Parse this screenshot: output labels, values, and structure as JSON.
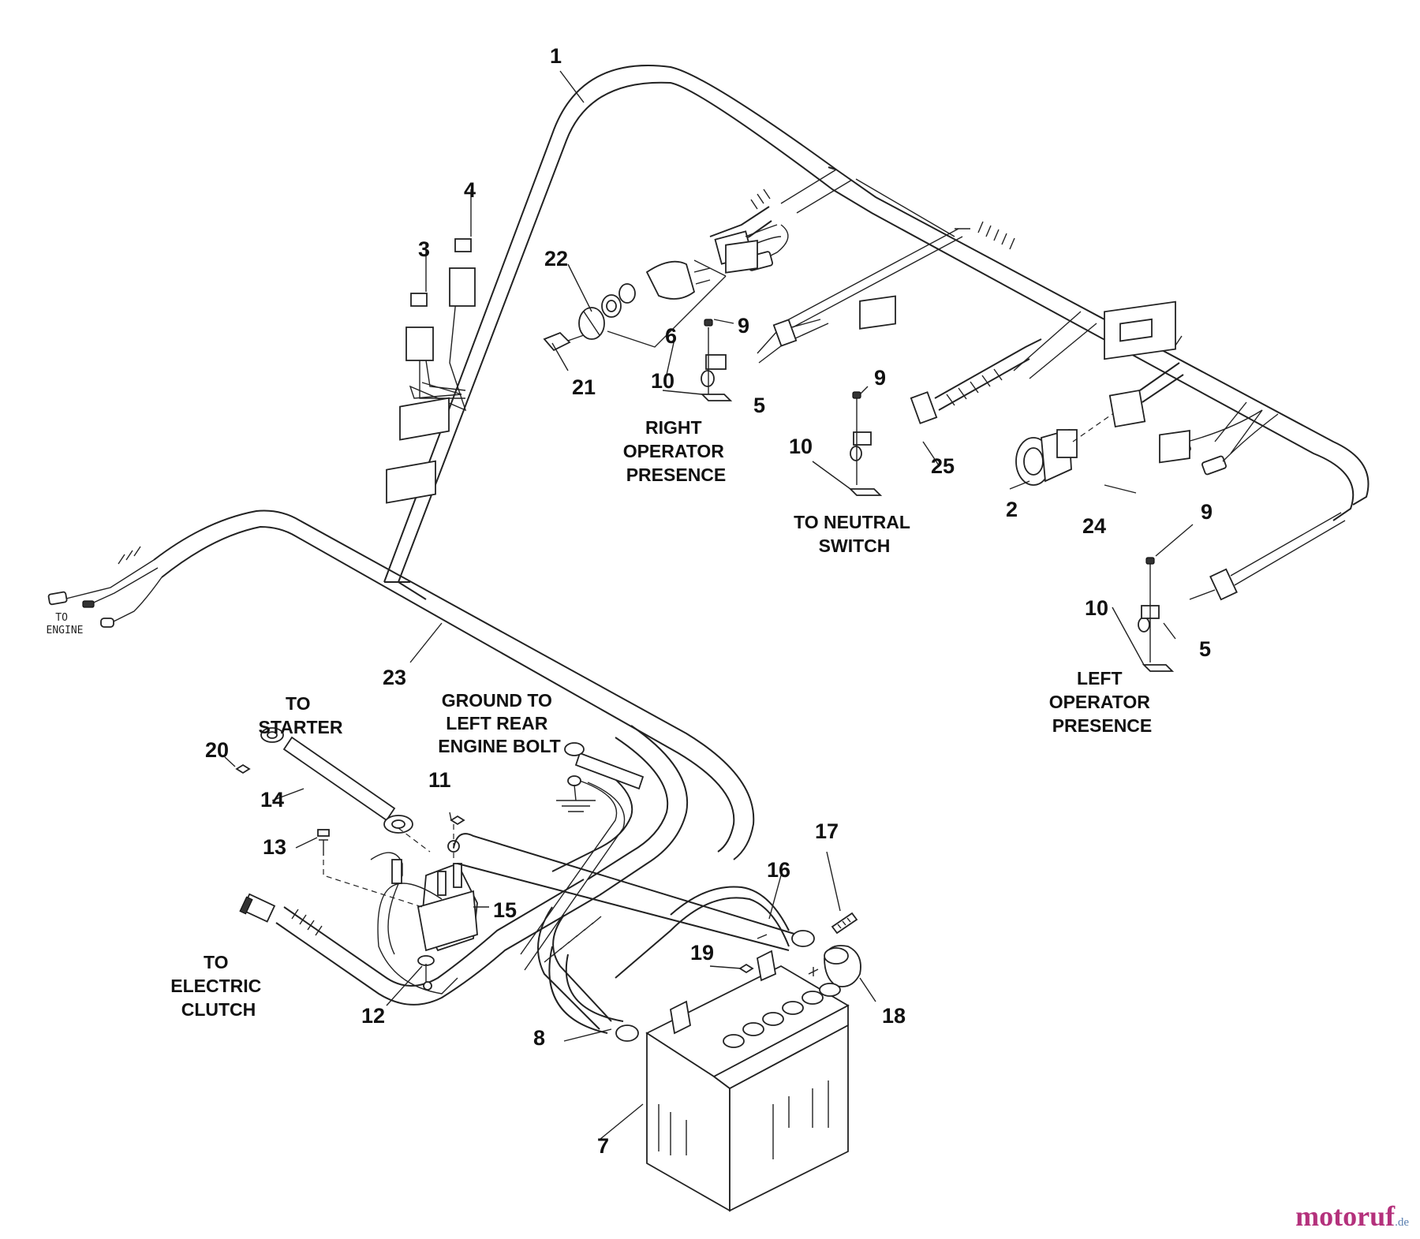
{
  "diagram": {
    "callouts": [
      "1",
      "2",
      "3",
      "4",
      "5",
      "5",
      "6",
      "7",
      "8",
      "9",
      "9",
      "9",
      "10",
      "10",
      "10",
      "11",
      "12",
      "13",
      "14",
      "15",
      "16",
      "17",
      "18",
      "19",
      "20",
      "21",
      "22",
      "23",
      "24",
      "25"
    ],
    "labels": {
      "right_operator_presence": [
        "RIGHT",
        "OPERATOR",
        "PRESENCE"
      ],
      "to_neutral_switch": [
        "TO NEUTRAL",
        "SWITCH"
      ],
      "left_operator_presence": [
        "LEFT",
        "OPERATOR",
        "PRESENCE"
      ],
      "to_starter": [
        "TO",
        "STARTER"
      ],
      "ground_to_left_rear_engine_bolt": [
        "GROUND TO",
        "LEFT REAR",
        "ENGINE BOLT"
      ],
      "to_electric_clutch": [
        "TO",
        "ELECTRIC",
        "CLUTCH"
      ],
      "to_engine": [
        "TO",
        "ENGINE"
      ]
    }
  },
  "watermark": {
    "brand": "motoruf",
    "tld": ".de"
  }
}
